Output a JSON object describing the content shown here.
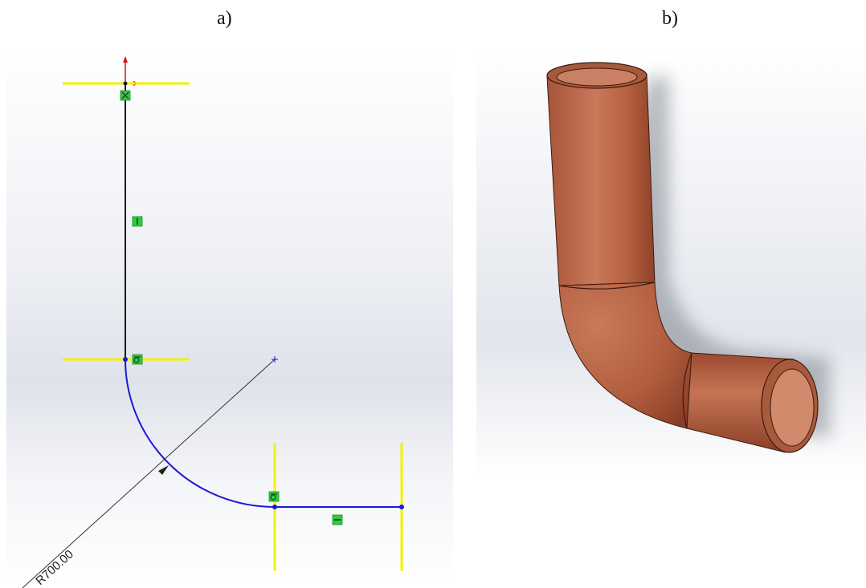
{
  "figure": {
    "panel_a_label": "a)",
    "panel_b_label": "b)"
  },
  "sketch": {
    "radius_dimension": "R700.00"
  },
  "colors": {
    "construction_line": "#f2f200",
    "fully_defined": "#1c1c1c",
    "under_defined": "#1a1ad6",
    "relation_badge": "#2ecc40",
    "pipe_copper": "#b5613f",
    "origin_red": "#e01010"
  }
}
